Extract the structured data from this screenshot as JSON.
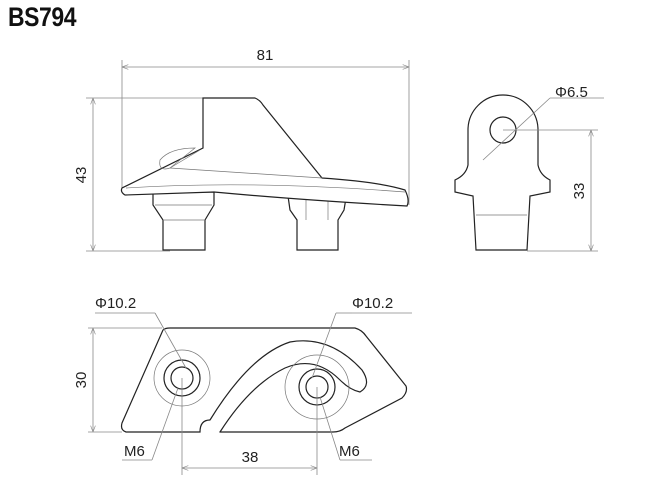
{
  "title": "BS794",
  "side_view": {
    "width_dim": "81",
    "height_dim": "43"
  },
  "end_view": {
    "hole_dia": "Φ6.5",
    "height_dim": "33"
  },
  "top_view": {
    "left_hole_dia": "Φ10.2",
    "right_hole_dia": "Φ10.2",
    "depth_dim": "30",
    "left_thread": "M6",
    "right_thread": "M6",
    "spacing_dim": "38"
  }
}
